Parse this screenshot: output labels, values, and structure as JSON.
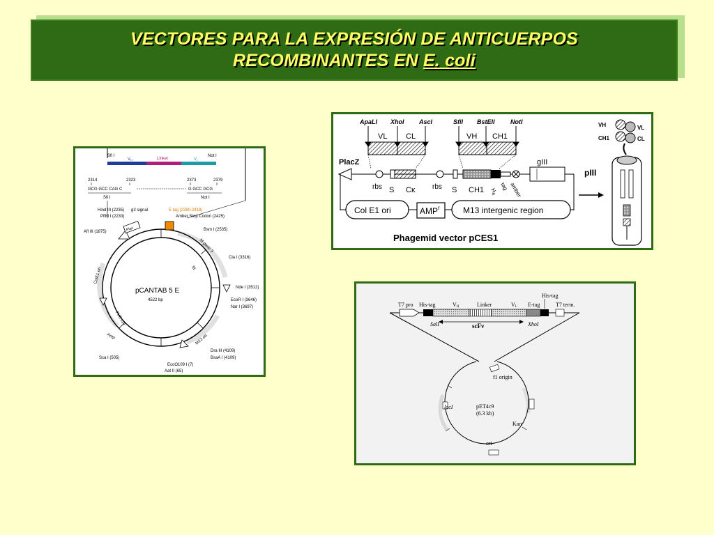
{
  "title": {
    "line1": "VECTORES PARA LA EXPRESIÓN DE ANTICUERPOS",
    "line2_prefix": "RECOMBINANTES EN ",
    "line2_organism": "E. coli"
  },
  "pcantab": {
    "name": "pCANTAB 5 E",
    "size": "4522 bp",
    "top_left_site": "Sfi I",
    "top_right_site": "Not I",
    "vh": "V",
    "vh_sub": "H",
    "linker": "Linker",
    "vl": "V",
    "vl_sub": "L",
    "pos_2314": "2314",
    "pos_2323": "2323",
    "pos_2373": "2373",
    "pos_2379": "2379",
    "seq_left": "GCG  GCC  CAG  C",
    "seq_right": "G  GCC  GCG",
    "sfi_label": "Sfi I",
    "not_label": "Not I",
    "hind": "Hind III (2235)",
    "g3": "g3 signal",
    "pfim": "PflM I (2233)",
    "etag": "E tag (2380-2418)",
    "amber": "Amber Stop Codon (2425)",
    "afl3": "Afl III (1875)",
    "plac": "Plac",
    "bsm": "Bsm I (2535)",
    "gene3": "fd gene 3",
    "cla": "Cla I (3316)",
    "colE1": "ColE1 ori",
    "fd": "fd",
    "nde": "Nde I (3512)",
    "ecor1": "EcoR I (3646)",
    "nar": "Nar I (3697)",
    "puc": "PUC 119",
    "amp": "Amp",
    "m13": "M13 ori",
    "dra": "Dra III (4109)",
    "bsaa": "BsaA I (4109)",
    "sca": "Sca I (505)",
    "eco0109": "EcoO109 I (7)",
    "aat": "Aat II (65)"
  },
  "pces1": {
    "apali": "ApaLI",
    "xhoi": "XhoI",
    "asci": "AscI",
    "sfii": "SfiI",
    "bsteii": "BstEII",
    "noti": "NotI",
    "vl": "VL",
    "cl": "CL",
    "vh": "VH",
    "ch1": "CH1",
    "placz": "PlacZ",
    "rbs1": "rbs",
    "s1": "S",
    "ck": "Cκ",
    "rbs2": "rbs",
    "s2": "S",
    "ch1_lower": "CH1",
    "h6": "H",
    "h6_sub": "6",
    "tag": "tag",
    "amber": "amber",
    "giii": "gIII",
    "cole1": "Col E1 ori",
    "ampr": "AMP",
    "ampr_sup": "r",
    "m13": "M13 intergenic region",
    "caption": "Phagemid vector pCES1",
    "piii": "pIII",
    "phage_vh": "VH",
    "phage_ch1": "CH1",
    "phage_vl": "VL",
    "phage_cl": "CL"
  },
  "pet": {
    "t7pro": "T7 pro",
    "his_tag": "His-tag",
    "vh": "V",
    "vh_sub": "H",
    "linker": "Linker",
    "vl": "V",
    "vl_sub": "L",
    "etag": "E-tag",
    "his_tag_top": "His-tag",
    "t7term": "T7 term.",
    "sali": "SalI",
    "scfv": "scFv",
    "xhoi": "XhoI",
    "f1": "f1 origin",
    "name": "pET4c9",
    "size": "(6.3 kb)",
    "laci": "lacI",
    "kan": "Kan",
    "ori": "ori"
  }
}
